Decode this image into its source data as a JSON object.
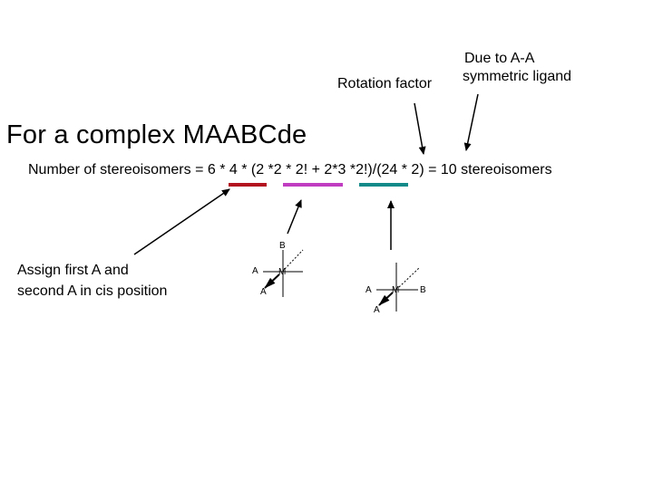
{
  "annotations": {
    "rotation_factor": "Rotation factor",
    "symmetric_line1": "Due to A-A",
    "symmetric_line2": "symmetric ligand",
    "assign_line1": "Assign first A and",
    "assign_line2": "second A in cis position"
  },
  "title": "For a complex MAABCde",
  "equation": "Number of stereoisomers = 6 * 4 * (2 *2 * 2! + 2*3 *2!)/(24 * 2) = 10 stereoisomers",
  "underline_colors": {
    "first": "#b3121f",
    "second": "#c03cc0",
    "third": "#138a8a"
  },
  "structure1": {
    "top": "B",
    "left": "A",
    "center": "M",
    "bottom_left": "A"
  },
  "structure2": {
    "left": "A",
    "center": "M",
    "right": "B",
    "bottom_left": "A"
  }
}
